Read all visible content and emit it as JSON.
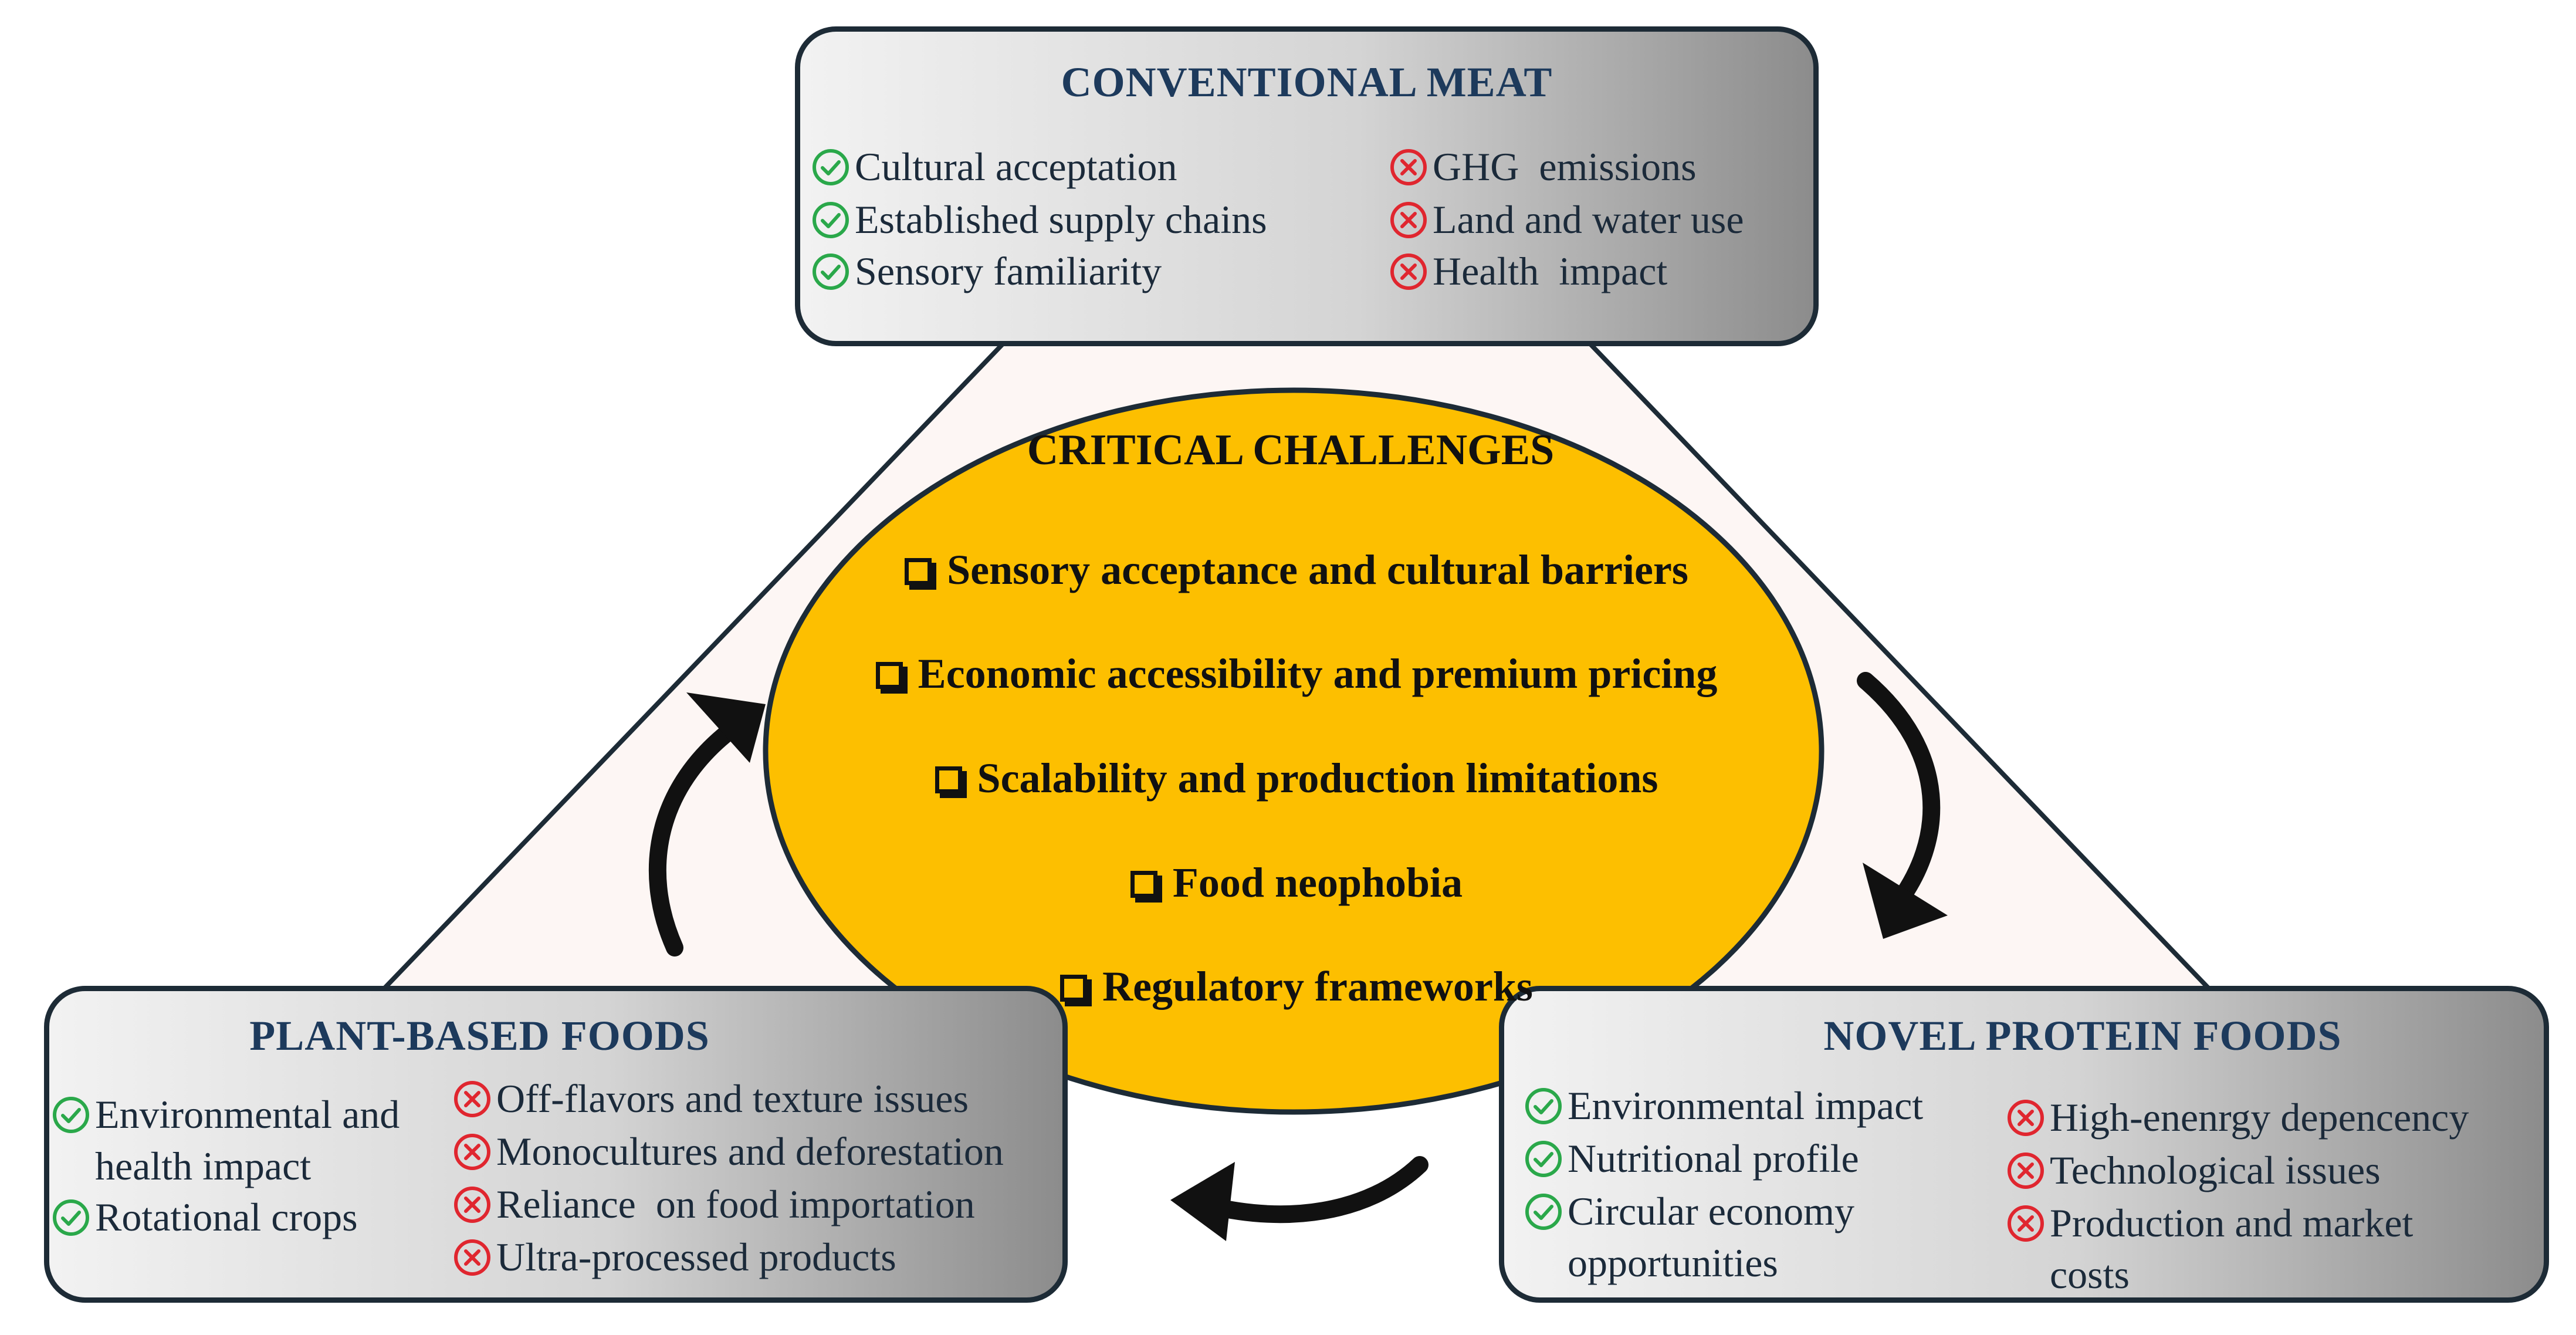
{
  "conventional": {
    "title": "CONVENTIONAL MEAT",
    "pros": [
      "Cultural acceptation",
      "Established supply chains",
      "Sensory familiarity"
    ],
    "cons": [
      "GHG  emissions",
      "Land and water use",
      "Health  impact"
    ]
  },
  "plant_based": {
    "title": "PLANT-BASED FOODS",
    "pros": [
      "Environmental and health impact",
      "Rotational crops"
    ],
    "cons": [
      "Off-flavors and texture issues",
      "Monocultures and deforestation",
      "Reliance  on food importation",
      "Ultra-processed products"
    ]
  },
  "novel": {
    "title": "NOVEL PROTEIN FOODS",
    "pros": [
      "Environmental impact",
      "Nutritional profile",
      "Circular economy opportunities"
    ],
    "cons": [
      "High-enenrgy depencency",
      "Technological issues",
      "Production and market costs"
    ]
  },
  "challenges": {
    "title": "CRITICAL CHALLENGES",
    "items": [
      "Sensory acceptance and cultural barriers",
      "Economic accessibility and premium pricing",
      "Scalability and production limitations",
      "Food neophobia",
      "Regulatory frameworks"
    ]
  },
  "colors": {
    "check": "#2aa84a",
    "cross": "#e0262f",
    "ellipse_fill": "#fdbf00",
    "border": "#1d2b36",
    "title_text": "#1d3a5c"
  }
}
